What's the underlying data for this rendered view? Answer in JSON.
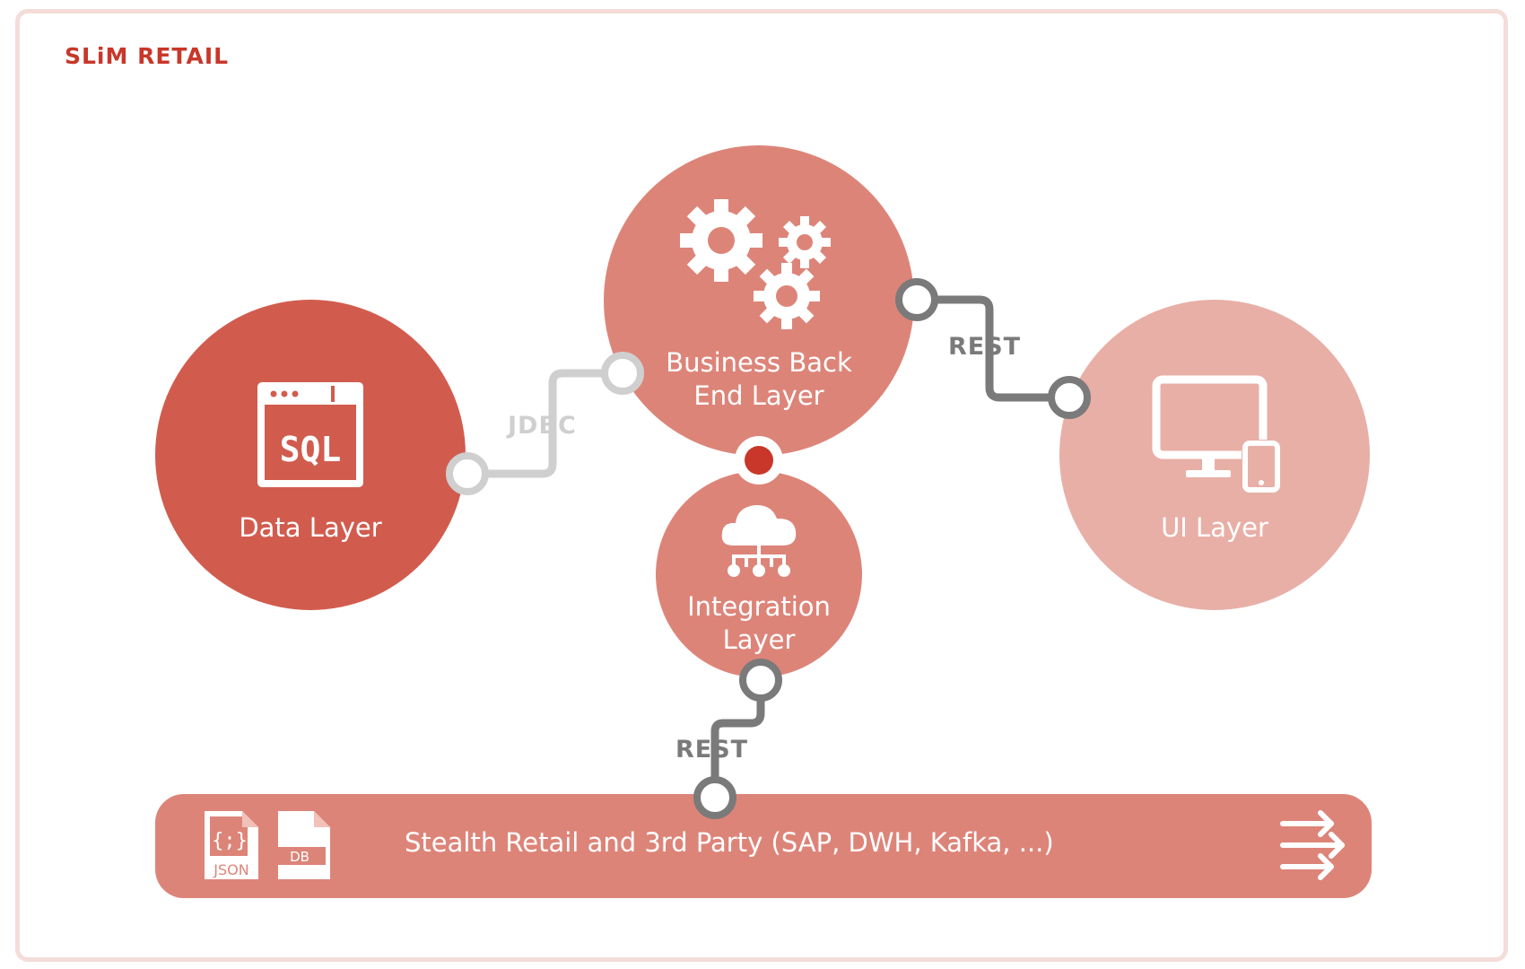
{
  "brand": "SLiM RETAIL",
  "layers": {
    "data": {
      "label": "Data Layer",
      "icon": "sql-window-icon",
      "icon_text": "SQL"
    },
    "business": {
      "label_line1": "Business Back",
      "label_line2": "End Layer",
      "icon": "gears-icon"
    },
    "integration": {
      "label_line1": "Integration",
      "label_line2": "Layer",
      "icon": "cloud-network-icon"
    },
    "ui": {
      "label": "UI Layer",
      "icon": "monitor-phone-icon"
    }
  },
  "connectors": {
    "data_business": "JDBC",
    "business_ui": "REST",
    "integration_external": "REST"
  },
  "external_bar": {
    "label": "Stealth Retail and 3rd Party (SAP, DWH, Kafka, ...)",
    "json_icon_text": "JSON",
    "json_icon_symbol": "{;}",
    "db_icon_text": "DB",
    "arrows_icon": "triple-arrow-icon"
  },
  "colors": {
    "brand": "#c8372a",
    "data_layer": "#d15c4e",
    "business_layer": "#dd8479",
    "integration_layer": "#dd8479",
    "ui_layer": "#e8afa7",
    "jdbc_connector": "#cfcfcf",
    "rest_connector": "#7a7a7a",
    "junction_dot": "#c8372a",
    "frame": "#f4dcd8"
  }
}
